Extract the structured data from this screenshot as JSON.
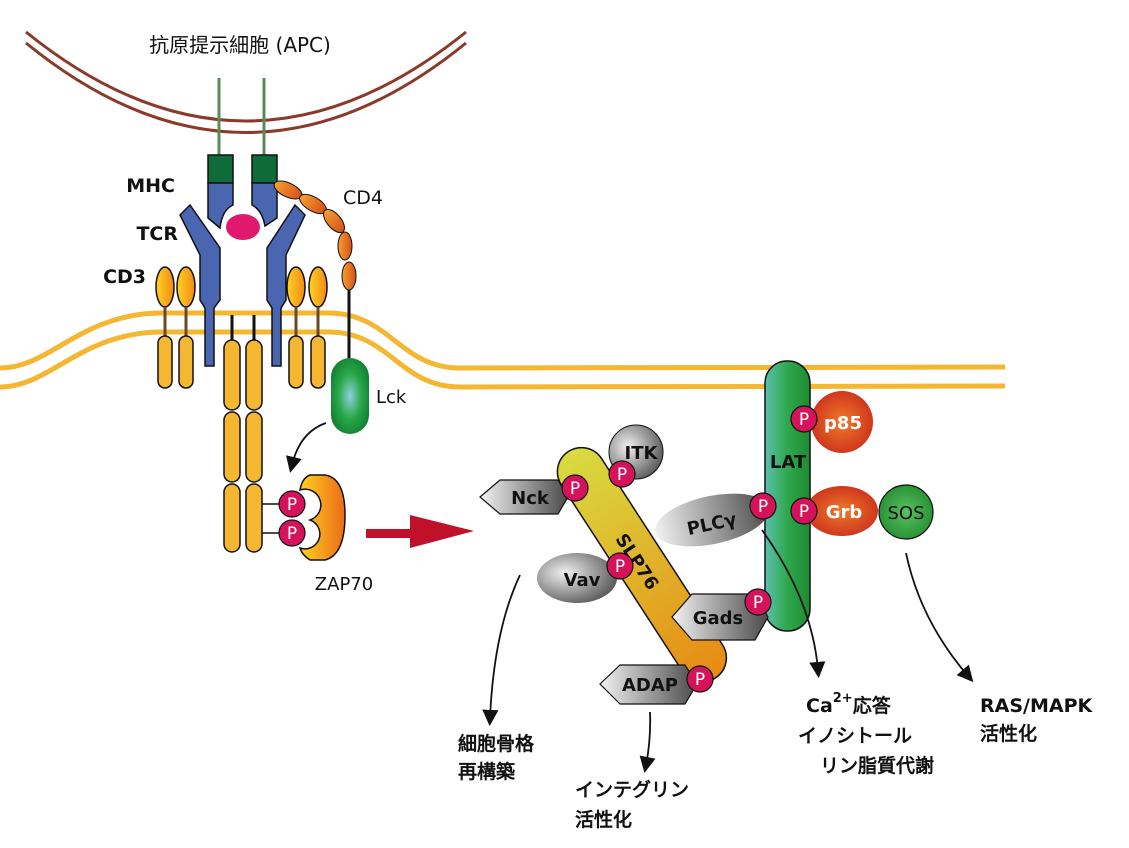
{
  "title": "抗原提示細胞 (APC)",
  "colors": {
    "apc_membrane": "#8b3a2a",
    "tcell_membrane": "#f5b731",
    "mhc_stalk": "#5a8a5a",
    "mhc": "#0f6b3a",
    "tcr": "#4a66b0",
    "peptide": "#e0196e",
    "cd3": "#f5b731",
    "cd4": "#e8702a",
    "lck": "#1e9a3a",
    "phospho": "#d4135a",
    "zap70": "#f0a020",
    "red_arrow": "#c0102a",
    "lat": "#2ea84a",
    "slp76": "#e0c030",
    "adapter_gray": "#8a8a8a",
    "p85": "#d0341c",
    "sos": "#2a9a3a"
  },
  "labels": {
    "mhc": "MHC",
    "tcr": "TCR",
    "cd3": "CD3",
    "cd4": "CD4",
    "lck": "Lck",
    "zap70": "ZAP70",
    "phospho": "P",
    "nck": "Nck",
    "itk": "ITK",
    "slp76": "SLP76",
    "plcg": "PLCγ",
    "vav": "Vav",
    "gads": "Gads",
    "adap": "ADAP",
    "lat": "LAT",
    "p85": "p85",
    "grb": "Grb",
    "sos": "SOS"
  },
  "outcomes": {
    "cytoskeleton": [
      "細胞骨格",
      "再構築"
    ],
    "integrin": [
      "インテグリン",
      "活性化"
    ],
    "calcium": {
      "ca": "Ca",
      "sup": "2+",
      "rest": "応答",
      "line2": "イノシトール",
      "line3": "リン脂質代謝"
    },
    "ras": [
      "RAS/MAPK",
      "活性化"
    ]
  }
}
